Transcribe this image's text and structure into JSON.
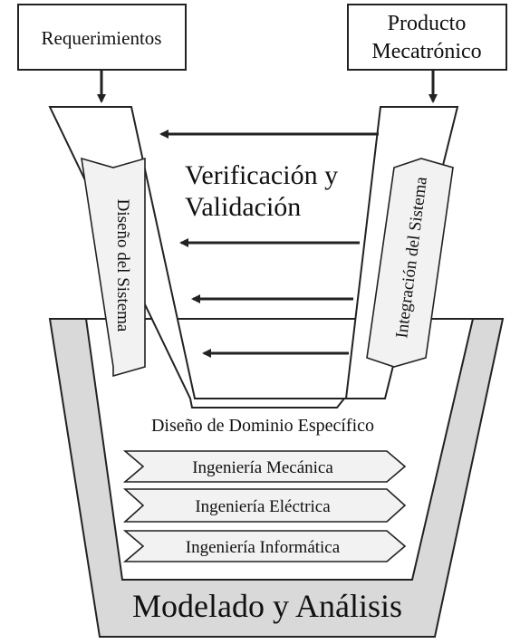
{
  "boxes": {
    "requirements": "Requerimientos",
    "product_line1": "Producto",
    "product_line2": "Mecatrónico"
  },
  "v_model": {
    "verification_line1": "Verificación y",
    "verification_line2": "Validación",
    "left_arm_label": "Diseño del Sistema",
    "right_arm_label": "Integración del Sistema"
  },
  "domain_design": {
    "title": "Diseño de Dominio Específico",
    "disciplines": [
      "Ingeniería Mecánica",
      "Ingeniería Eléctrica",
      "Ingeniería Informática"
    ]
  },
  "base_label": "Modelado y Análisis",
  "colors": {
    "outline": "#222222",
    "base_fill": "#d9d9d9",
    "shape_fill": "#ffffff",
    "label_fill": "#f2f2f2"
  }
}
